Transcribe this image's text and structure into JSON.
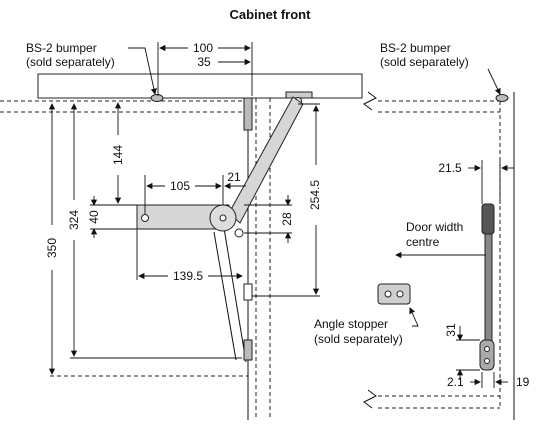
{
  "title": "Cabinet front",
  "left_bumper_label": [
    "BS-2 bumper",
    "(sold separately)"
  ],
  "right_bumper_label": [
    "BS-2 bumper",
    "(sold separately)"
  ],
  "door_width_label": [
    "Door width",
    "centre"
  ],
  "angle_stopper_label": [
    "Angle stopper",
    "(sold separately)"
  ],
  "dimensions": {
    "d100": "100",
    "d35": "35",
    "d144": "144",
    "d105": "105",
    "d21": "21",
    "d254_5": "254.5",
    "d324": "324",
    "d350": "350",
    "d40": "40",
    "d28": "28",
    "d139_5": "139.5",
    "d21_5": "21.5",
    "d31": "31",
    "d2_1": "2.1",
    "d19": "19"
  }
}
